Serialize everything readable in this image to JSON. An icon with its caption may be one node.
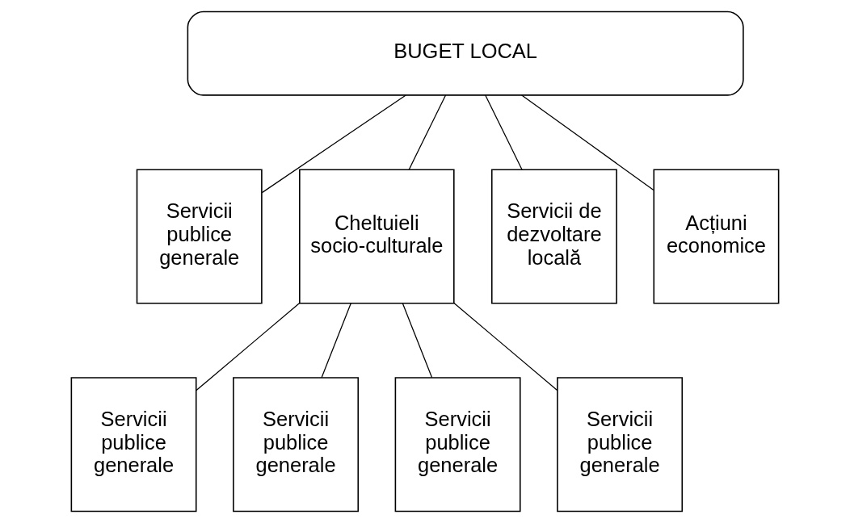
{
  "diagram": {
    "nodes": [
      {
        "text": [
          "BUGET LOCAL"
        ]
      },
      {
        "text": [
          "Servicii publice generale"
        ]
      },
      {
        "text": [
          "Cheltuieli socio-culturale"
        ]
      },
      {
        "text": [
          "Servicii de dezvoltare locală"
        ]
      },
      {
        "text": [
          "Acțiuni economice"
        ]
      },
      {
        "text": [
          "Servicii publice generale"
        ]
      },
      {
        "text": [
          "Servicii publice generale"
        ]
      },
      {
        "text": [
          "Servicii publice generale"
        ]
      },
      {
        "text": [
          "Servicii publice generale"
        ]
      }
    ],
    "edges": [
      {
        "from": 0,
        "to": 1,
        "arrow": "none"
      },
      {
        "from": 0,
        "to": 2,
        "arrow": "none"
      },
      {
        "from": 0,
        "to": 3,
        "arrow": "none"
      },
      {
        "from": 0,
        "to": 4,
        "arrow": "none"
      },
      {
        "from": 2,
        "to": 5,
        "arrow": "none"
      },
      {
        "from": 2,
        "to": 6,
        "arrow": "none"
      },
      {
        "from": 2,
        "to": 7,
        "arrow": "none"
      },
      {
        "from": 2,
        "to": 8,
        "arrow": "none"
      }
    ]
  }
}
